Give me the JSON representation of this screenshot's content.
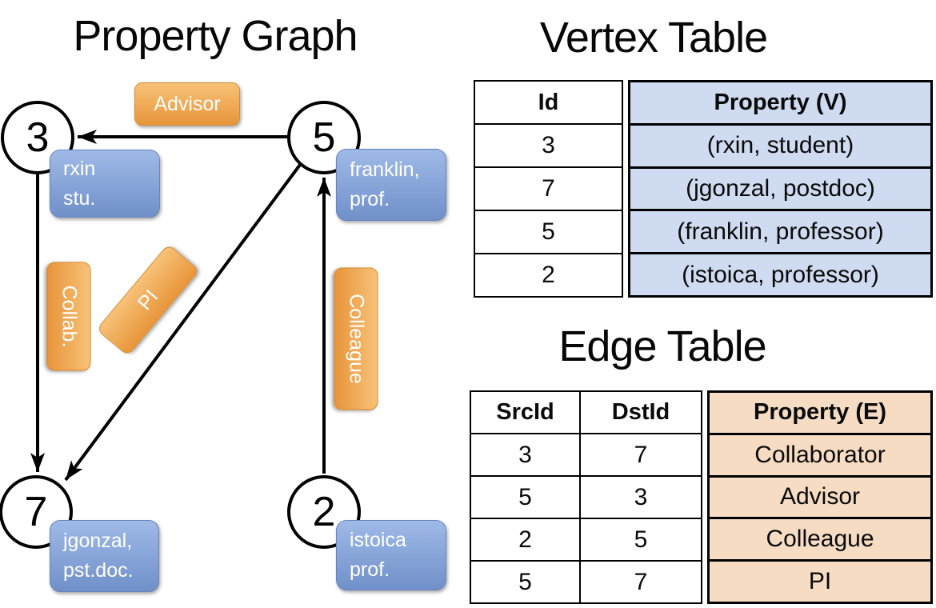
{
  "graph": {
    "title": "Property Graph",
    "nodes": [
      {
        "id": "3",
        "line1": "rxin",
        "line2": "stu."
      },
      {
        "id": "5",
        "line1": "franklin,",
        "line2": "prof."
      },
      {
        "id": "7",
        "line1": "jgonzal,",
        "line2": "pst.doc."
      },
      {
        "id": "2",
        "line1": "istoica",
        "line2": "prof."
      }
    ],
    "edge_labels": {
      "advisor": "Advisor",
      "collab": "Collab.",
      "pi": "PI",
      "colleague": "Colleague"
    },
    "edges": [
      {
        "src": "5",
        "dst": "3",
        "label": "Advisor"
      },
      {
        "src": "3",
        "dst": "7",
        "label": "Collab."
      },
      {
        "src": "5",
        "dst": "7",
        "label": "PI"
      },
      {
        "src": "2",
        "dst": "5",
        "label": "Colleague"
      }
    ]
  },
  "vertex_table": {
    "title": "Vertex Table",
    "columns": {
      "id": "Id",
      "property": "Property (V)"
    },
    "rows": [
      {
        "id": "3",
        "property": "(rxin, student)"
      },
      {
        "id": "7",
        "property": "(jgonzal, postdoc)"
      },
      {
        "id": "5",
        "property": "(franklin, professor)"
      },
      {
        "id": "2",
        "property": "(istoica, professor)"
      }
    ]
  },
  "edge_table": {
    "title": "Edge Table",
    "columns": {
      "src": "SrcId",
      "dst": "DstId",
      "property": "Property (E)"
    },
    "rows": [
      {
        "src": "3",
        "dst": "7",
        "property": "Collaborator"
      },
      {
        "src": "5",
        "dst": "3",
        "property": "Advisor"
      },
      {
        "src": "2",
        "dst": "5",
        "property": "Colleague"
      },
      {
        "src": "5",
        "dst": "7",
        "property": "PI"
      }
    ]
  },
  "colors": {
    "edge_label_orange_top": "#f7c278",
    "edge_label_orange_bottom": "#e8953a",
    "vertex_label_blue_top": "#9fbae7",
    "vertex_label_blue_bottom": "#7090c9",
    "vertex_cell_fill": "#cfdbf0",
    "edge_cell_fill": "#f5dcc2",
    "line_color": "#000000"
  }
}
